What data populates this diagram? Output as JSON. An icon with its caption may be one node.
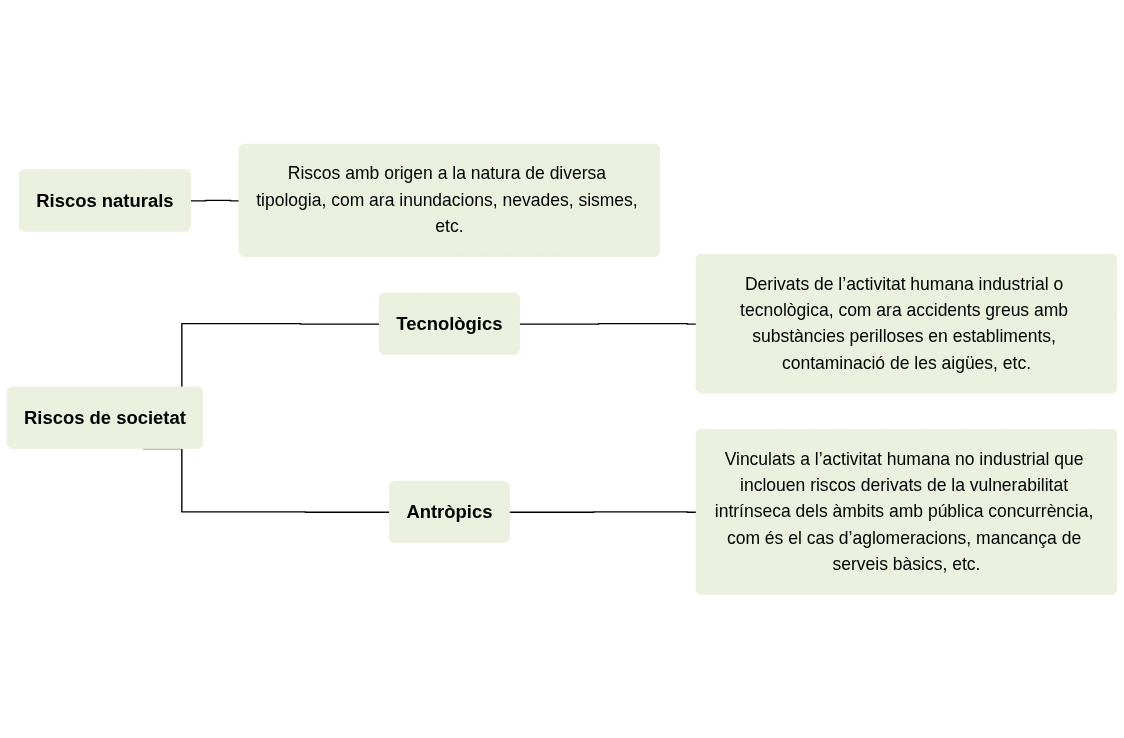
{
  "diagram": {
    "nodes": [
      {
        "text": [
          "Riscos naturals"
        ]
      },
      {
        "text": [
          "Riscos amb origen a la natura de diversa tipologia, com ara inundacions, nevades, sismes, etc."
        ]
      },
      {
        "text": [
          "Riscos de societat"
        ]
      },
      {
        "text": [
          "Tecnològics"
        ]
      },
      {
        "text": [
          "Derivats de l’activitat humana industrial o tecnològica, com ara accidents greus amb substàncies perilloses en establiments, contaminació de les aigües, etc."
        ]
      },
      {
        "text": [
          "Antròpics"
        ]
      },
      {
        "text": [
          "Vinculats a l’activitat humana no industrial que inclouen riscos derivats de la vulnerabilitat intrínseca dels àmbits amb pública concurrència, com és el cas d’aglomeracions, mancança de serveis bàsics, etc."
        ]
      }
    ],
    "edges": [
      {
        "from": 0,
        "to": 1,
        "arrow": "none"
      },
      {
        "from": 2,
        "to": 3,
        "arrow": "none"
      },
      {
        "from": 2,
        "to": 5,
        "arrow": "none"
      },
      {
        "from": 3,
        "to": 4,
        "arrow": "none"
      },
      {
        "from": 5,
        "to": 6,
        "arrow": "none"
      }
    ]
  }
}
